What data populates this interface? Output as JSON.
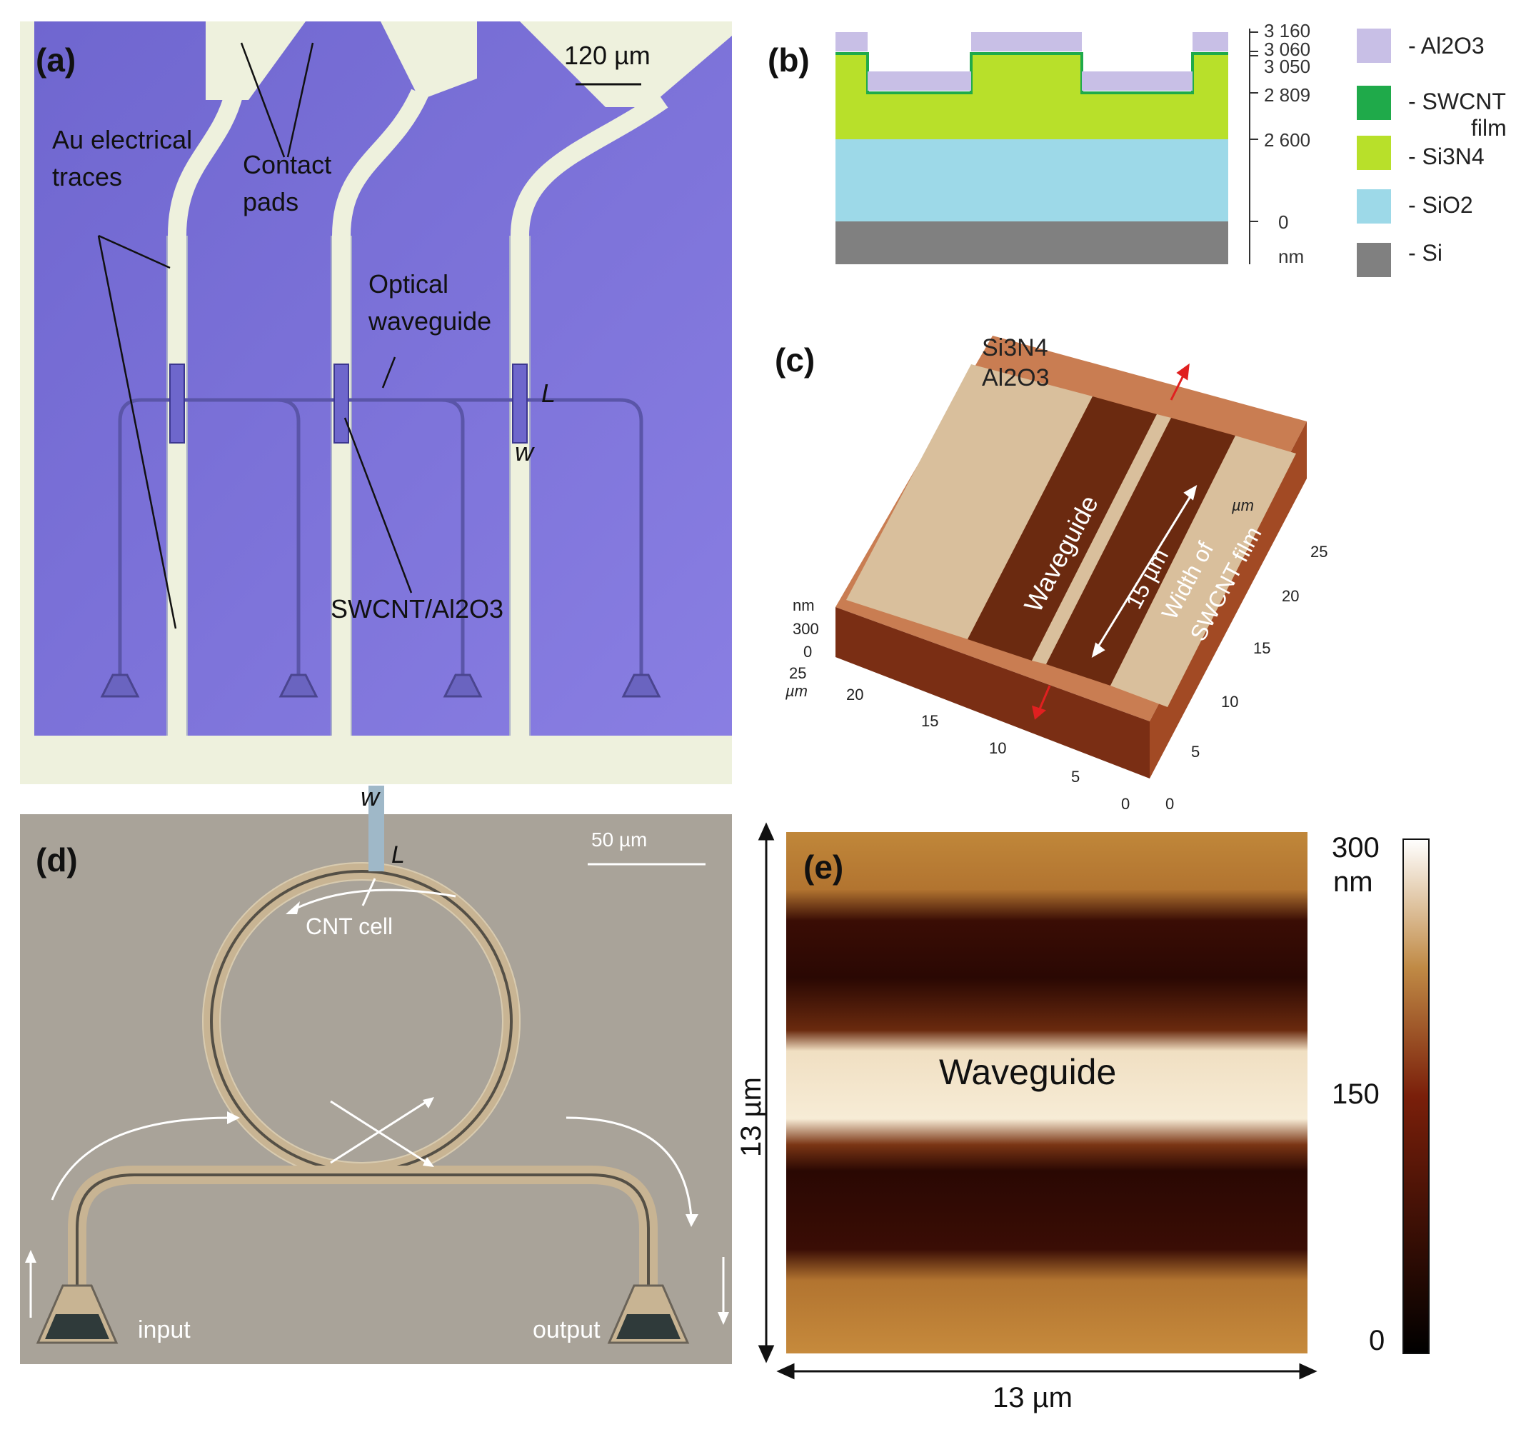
{
  "panels": {
    "a": {
      "label": "(a)",
      "scale_bar": "120 µm",
      "annotations": {
        "traces": [
          "Au electrical",
          "traces"
        ],
        "pads": [
          "Contact",
          "pads"
        ],
        "waveguide": [
          "Optical",
          "waveguide"
        ],
        "swcnt": "SWCNT/Al2O3",
        "L": "L",
        "w": "w"
      }
    },
    "b": {
      "label": "(b)",
      "axis_ticks": [
        "3 160",
        "3 060",
        "3 050",
        "2 809",
        "2 600",
        "0"
      ],
      "axis_unit": "nm",
      "legend": [
        {
          "label": "- Al2O3",
          "color": "#c8bfe6"
        },
        {
          "label": "- SWCNT",
          "label2": "film",
          "color": "#1faa4a"
        },
        {
          "label": "- Si3N4",
          "color": "#b8e02a"
        },
        {
          "label": "- SiO2",
          "color": "#9dd9e8"
        },
        {
          "label": "- Si",
          "color": "#808080"
        }
      ]
    },
    "c": {
      "label": "(c)",
      "tags": {
        "top1": "Si3N4",
        "top2": "Al2O3"
      },
      "waveguide": "Waveguide",
      "dim": "15 µm",
      "width_label": [
        "Width of",
        "SWCNT film"
      ],
      "z_unit": "nm",
      "z_ticks": [
        "300",
        "0"
      ],
      "left_axis_unit": "µm",
      "left_axis_ticks": [
        "25",
        "20",
        "15",
        "10",
        "5",
        "0"
      ],
      "right_axis_unit": "µm",
      "right_axis_ticks": [
        "25",
        "20",
        "15",
        "10",
        "5",
        "0"
      ]
    },
    "d": {
      "label": "(d)",
      "scale_bar": "50 µm",
      "w": "w",
      "L": "L",
      "cnt_cell": "CNT cell",
      "input": "input",
      "output": "output"
    },
    "e": {
      "label": "(e)",
      "waveguide": "Waveguide",
      "x_dim": "13 µm",
      "y_dim": "13 µm",
      "colorbar_ticks": [
        "300",
        "150",
        "0"
      ],
      "colorbar_unit": "nm"
    }
  }
}
